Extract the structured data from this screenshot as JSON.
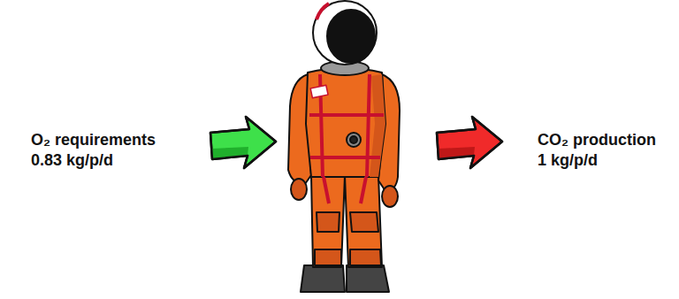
{
  "diagram": {
    "labels": [
      "O₂ requirements",
      "0.83 kg/p/d",
      "CO₂ production",
      "1 kg/p/d"
    ]
  }
}
